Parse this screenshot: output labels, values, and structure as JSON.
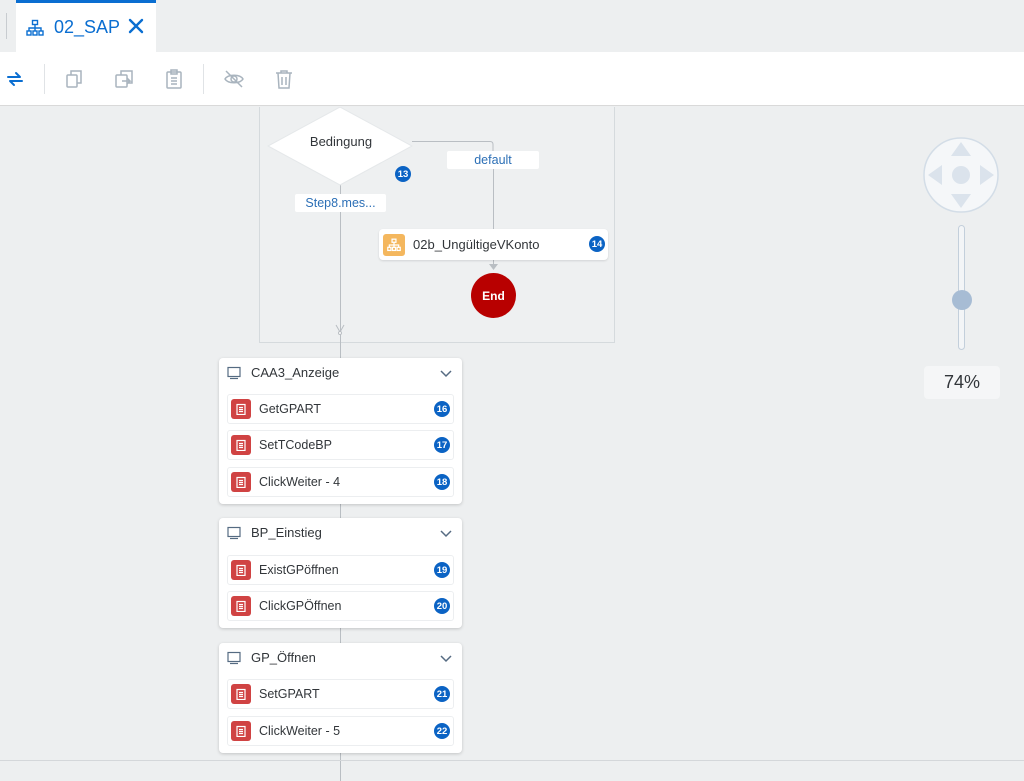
{
  "tab": {
    "title": "02_SAP"
  },
  "toolbar": {
    "buttons": [
      "redo",
      "duplicate",
      "export",
      "paste",
      "hide",
      "delete"
    ]
  },
  "diagram": {
    "decision": {
      "label": "Bedingung",
      "badge": "13"
    },
    "edges": {
      "default": "default",
      "step": "Step8.mes..."
    },
    "subflow": {
      "label": "02b_UngültigeVKonto",
      "badge": "14"
    },
    "end": {
      "label": "End"
    }
  },
  "cards": [
    {
      "title": "CAA3_Anzeige",
      "steps": [
        {
          "label": "GetGPART",
          "badge": "16"
        },
        {
          "label": "SetTCodeBP",
          "badge": "17"
        },
        {
          "label": "ClickWeiter - 4",
          "badge": "18"
        }
      ]
    },
    {
      "title": "BP_Einstieg",
      "steps": [
        {
          "label": "ExistGPöffnen",
          "badge": "19"
        },
        {
          "label": "ClickGPÖffnen",
          "badge": "20"
        }
      ]
    },
    {
      "title": "GP_Öffnen",
      "steps": [
        {
          "label": "SetGPART",
          "badge": "21"
        },
        {
          "label": "ClickWeiter - 5",
          "badge": "22"
        }
      ]
    }
  ],
  "navigator": {
    "zoom_label": "74%",
    "zoom_level": 0.74
  },
  "colors": {
    "accent": "#0a6ed1",
    "end_node": "#b80000",
    "step_icon": "#d04343",
    "subflow_icon": "#f4b75e",
    "badge": "#0b63c4"
  }
}
